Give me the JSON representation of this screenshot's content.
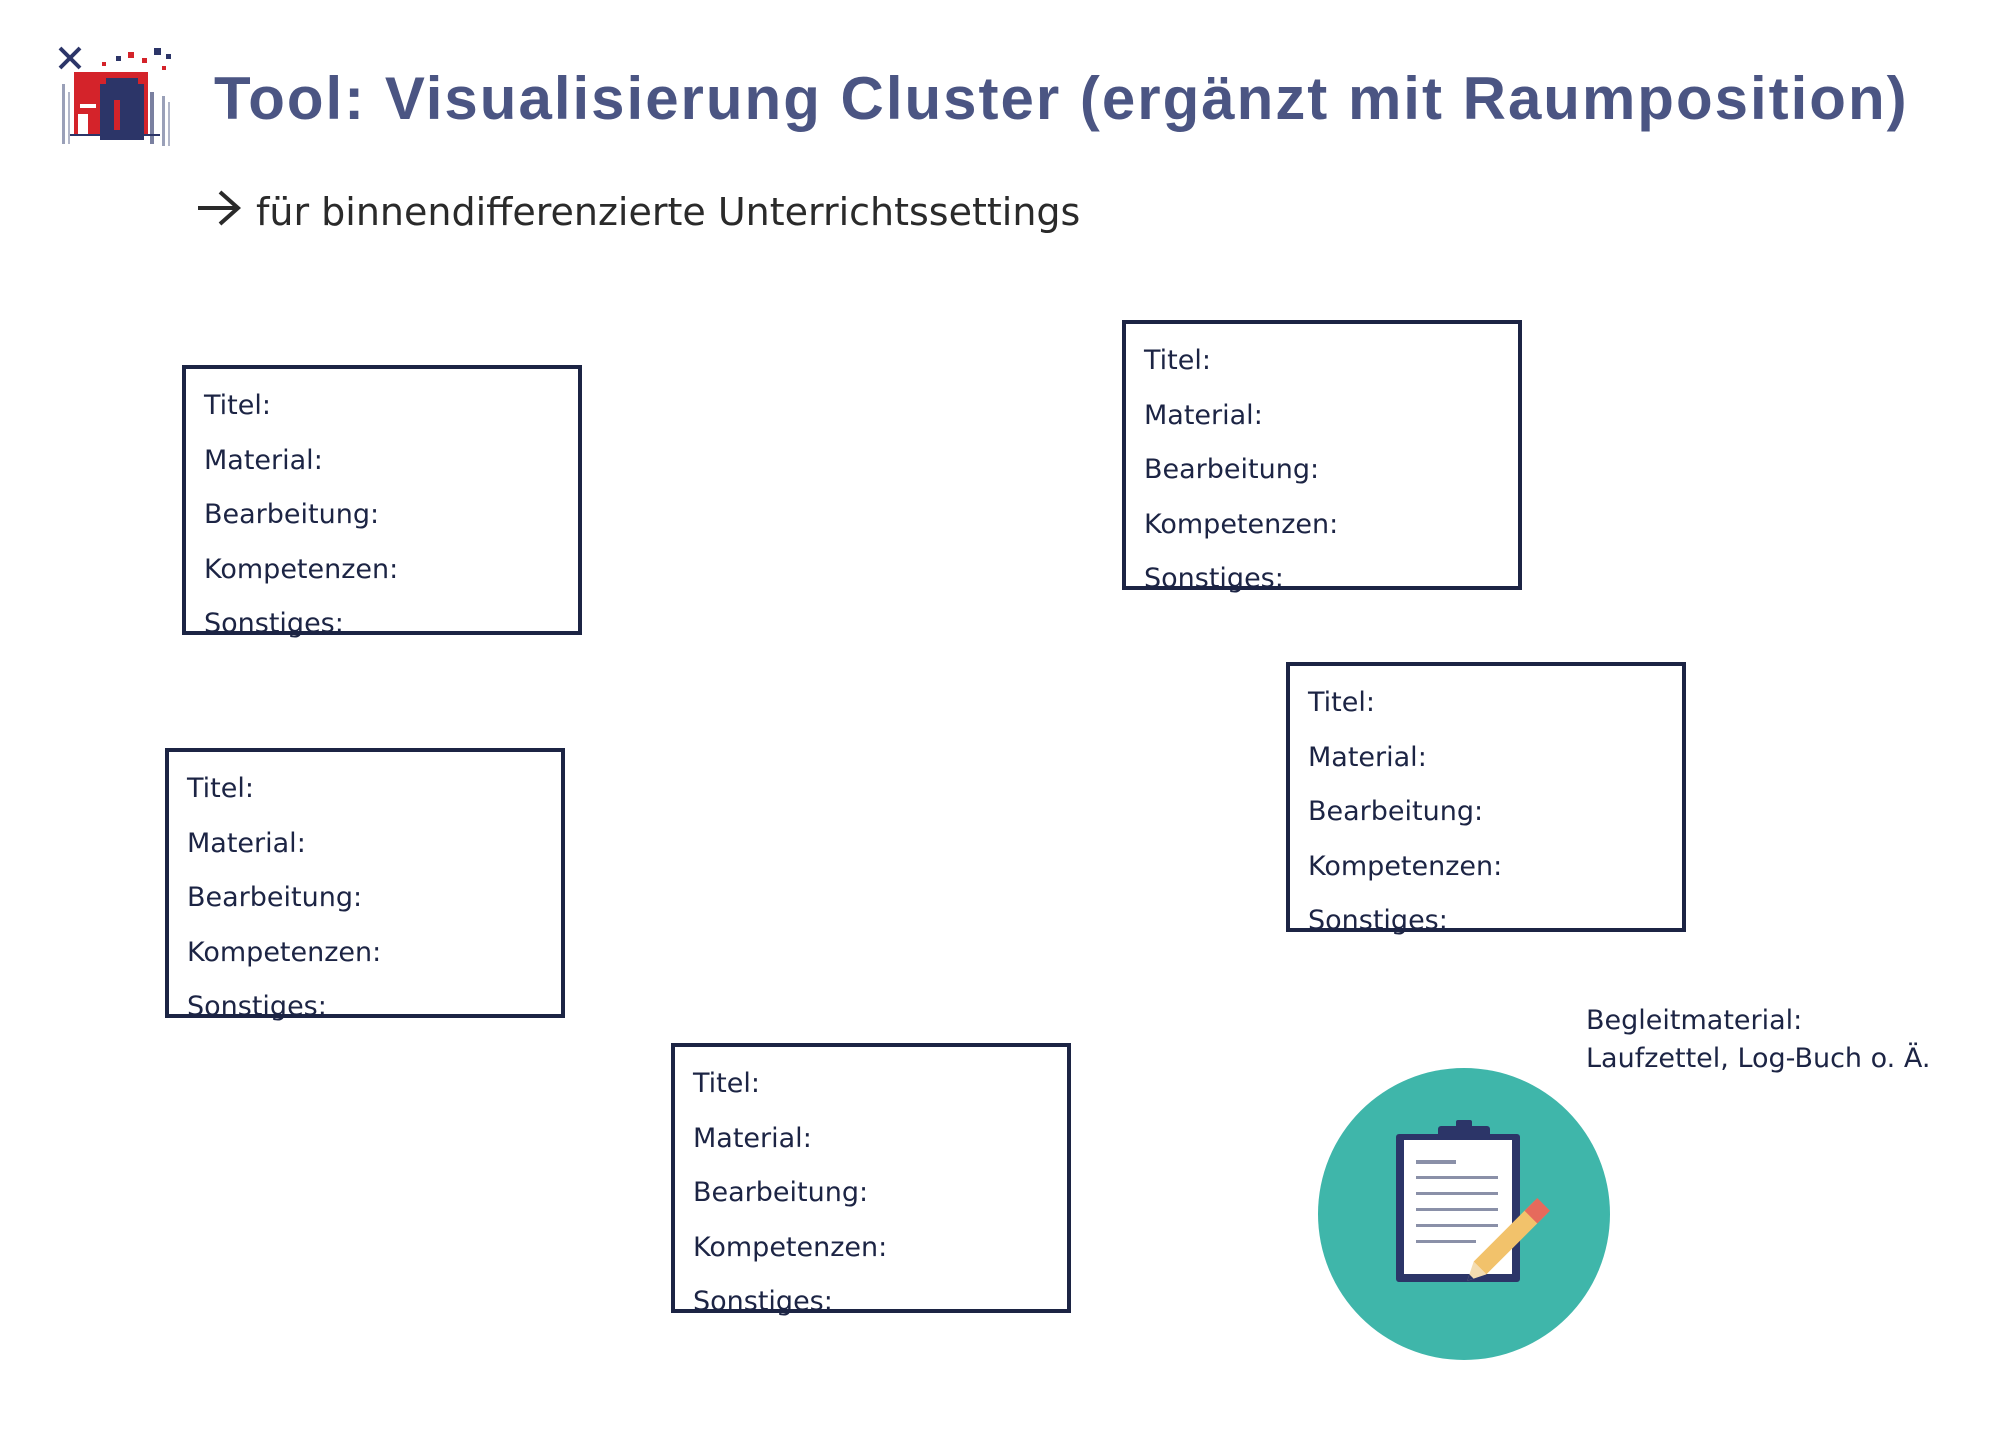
{
  "header": {
    "title": "Tool: Visualisierung Cluster (ergänzt mit Raumposition)",
    "subtitle_arrow": "🡒",
    "subtitle": "für binnendifferenzierte Unterrichtssettings"
  },
  "cards": [
    {
      "titel": "Titel:",
      "material": "Material:",
      "bearbeitung": "Bearbeitung:",
      "kompetenzen": "Kompetenzen:",
      "sonstiges": "Sonstiges:"
    },
    {
      "titel": "Titel:",
      "material": "Material:",
      "bearbeitung": "Bearbeitung:",
      "kompetenzen": "Kompetenzen:",
      "sonstiges": "Sonstiges:"
    },
    {
      "titel": "Titel:",
      "material": "Material:",
      "bearbeitung": "Bearbeitung:",
      "kompetenzen": "Kompetenzen:",
      "sonstiges": "Sonstiges:"
    },
    {
      "titel": "Titel:",
      "material": "Material:",
      "bearbeitung": "Bearbeitung:",
      "kompetenzen": "Kompetenzen:",
      "sonstiges": "Sonstiges:"
    },
    {
      "titel": "Titel:",
      "material": "Material:",
      "bearbeitung": "Bearbeitung:",
      "kompetenzen": "Kompetenzen:",
      "sonstiges": "Sonstiges:"
    }
  ],
  "companion": {
    "label": "Begleitmaterial:",
    "text": "Laufzettel, Log-Buch o. Ä.",
    "icon": "clipboard-pencil-icon"
  },
  "colors": {
    "title": "#4b5583",
    "card_border": "#1c2444",
    "circle": "#3fb6aa",
    "logo_red": "#d4232a",
    "logo_navy": "#2c3568"
  }
}
